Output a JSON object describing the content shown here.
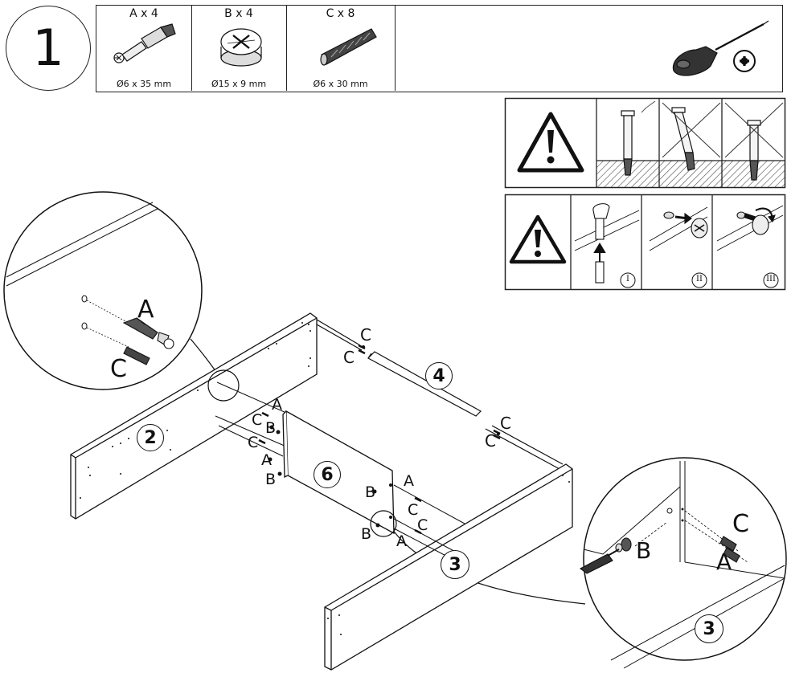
{
  "step": {
    "number": "1"
  },
  "parts": [
    {
      "label": "A x 4",
      "dimension": "Ø6 x 35 mm",
      "icon": "cam-bolt-icon"
    },
    {
      "label": "B x 4",
      "dimension": "Ø15 x 9 mm",
      "icon": "cam-lock-icon"
    },
    {
      "label": "C x 8",
      "dimension": "Ø6 x 30 mm",
      "icon": "wooden-dowel-icon"
    }
  ],
  "tool": {
    "icon": "phillips-screwdriver-icon"
  },
  "warnings": {
    "bolt_depth": {
      "icon": "warning-triangle-icon",
      "options": [
        "correct",
        "wrong",
        "wrong"
      ]
    },
    "cam_lock_steps": {
      "icon": "warning-triangle-icon",
      "steps": [
        "I",
        "II",
        "III"
      ]
    }
  },
  "panels": [
    "2",
    "3",
    "4",
    "6"
  ],
  "callouts": {
    "left_detail": {
      "labels": [
        "A",
        "C"
      ]
    },
    "right_detail": {
      "labels": [
        "B",
        "C",
        "A"
      ],
      "panel": "3"
    }
  },
  "hardware_labels": {
    "top_back": [
      "C",
      "C"
    ],
    "back_right": [
      "C",
      "C"
    ],
    "panel6_left": [
      "A",
      "C",
      "B",
      "C",
      "A",
      "B"
    ],
    "panel6_right": [
      "B",
      "A",
      "C",
      "B",
      "C",
      "A"
    ]
  }
}
